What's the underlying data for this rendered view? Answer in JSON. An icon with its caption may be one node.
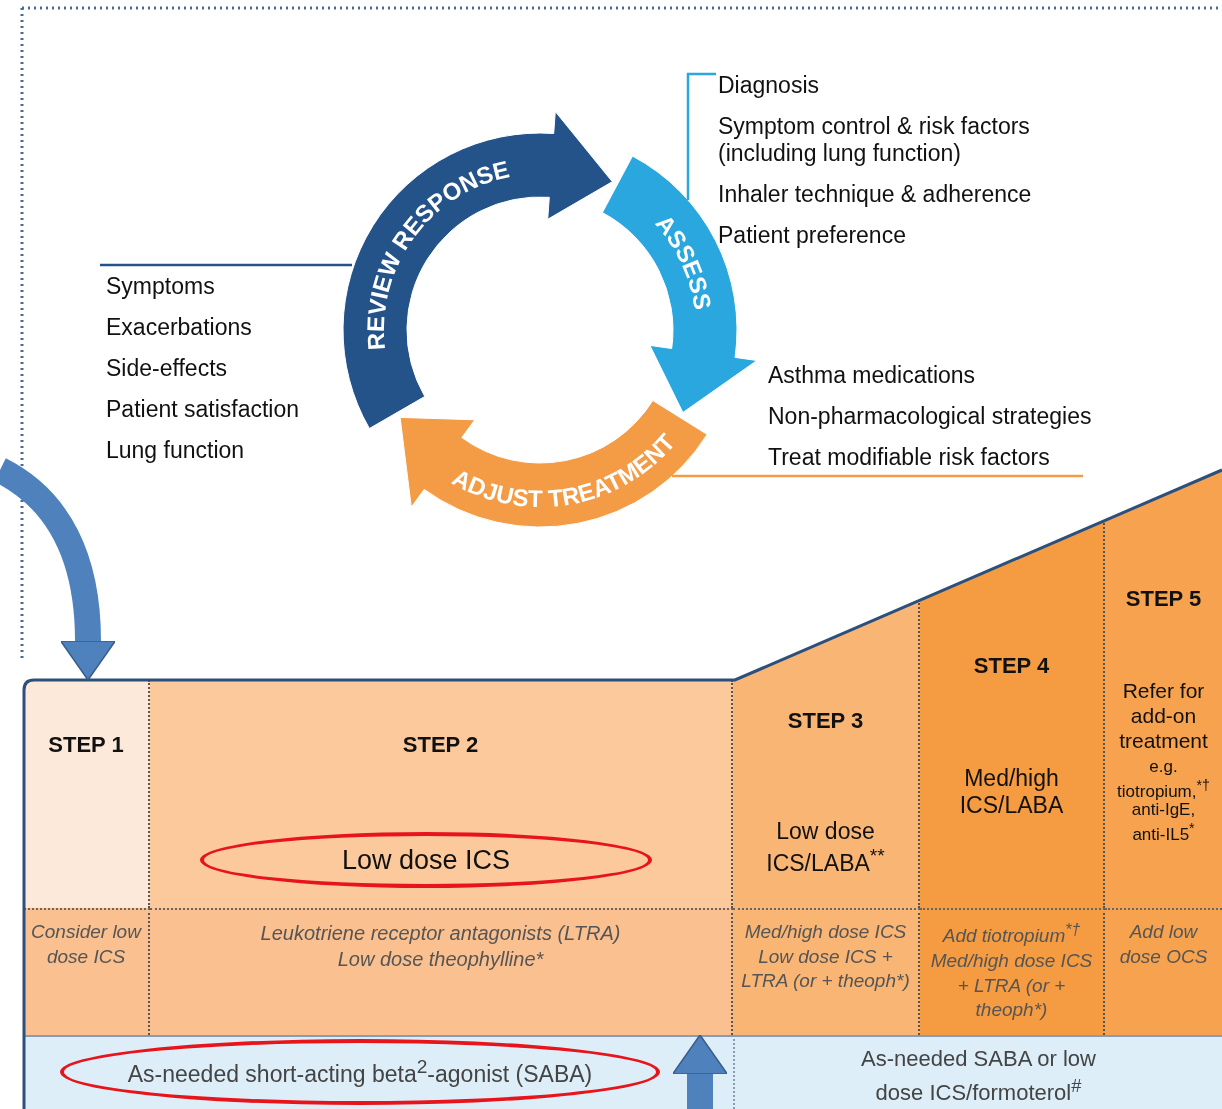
{
  "diagram": {
    "nodes": [
      {
        "text": [
          "REVIEW RESPONSE"
        ]
      },
      {
        "text": [
          "ASSESS"
        ]
      },
      {
        "text": [
          "ADJUST TREATMENT"
        ]
      },
      {
        "text": [
          "Diagnosis",
          "Symptom control & risk factors (including lung function)",
          "Inhaler technique & adherence",
          "Patient preference"
        ]
      },
      {
        "text": [
          "Symptoms",
          "Exacerbations",
          "Side-effects",
          "Patient satisfaction",
          "Lung function"
        ]
      },
      {
        "text": [
          "Asthma medications",
          "Non-pharmacological strategies",
          "Treat modifiable risk factors"
        ]
      },
      {
        "text": [
          "STEP 1"
        ]
      },
      {
        "text": [
          "STEP 2"
        ]
      },
      {
        "text": [
          "Low dose ICS"
        ],
        "in": 7
      },
      {
        "text": [
          "STEP 3",
          "Low dose ICS/LABA$^{**}$"
        ]
      },
      {
        "text": [
          "STEP 4",
          "Med/high ICS/LABA"
        ]
      },
      {
        "text": [
          "STEP 5",
          "Refer for add-on treatment",
          "e.g. tiotropium,$^{*†}$ anti-IgE, anti-IL5$^{*}$"
        ]
      },
      {
        "text": [
          "Consider low dose ICS"
        ]
      },
      {
        "text": [
          "Leukotriene receptor antagonists (LTRA)",
          "Low dose theophylline*"
        ]
      },
      {
        "text": [
          "Med/high dose ICS",
          "Low dose ICS + LTRA (or + theoph*)"
        ]
      },
      {
        "text": [
          "Add tiotropium$^{*†}$",
          "Med/high dose ICS + LTRA (or + theoph*)"
        ]
      },
      {
        "text": [
          "Add low dose OCS"
        ]
      },
      {
        "text": [
          "As-needed short-acting beta$^{2}$-agonist (SABA)"
        ]
      },
      {
        "text": [
          "As-needed SABA or low dose ICS/formoterol$^{#}$"
        ]
      }
    ],
    "edges": [
      {
        "from": 3,
        "to": 1,
        "arrow": "none",
        "color": "#2aa7df"
      },
      {
        "from": 4,
        "to": 0,
        "arrow": "none",
        "color": "#24538a"
      },
      {
        "from": 5,
        "to": 2,
        "arrow": "none",
        "color": "#f49b45"
      },
      {
        "from": null,
        "to": 6,
        "arrow": "to",
        "style": "thick",
        "color": "#4f81bd"
      },
      {
        "from": null,
        "to": 13,
        "arrow": "to",
        "style": "thick",
        "color": "#4f81bd"
      }
    ]
  }
}
